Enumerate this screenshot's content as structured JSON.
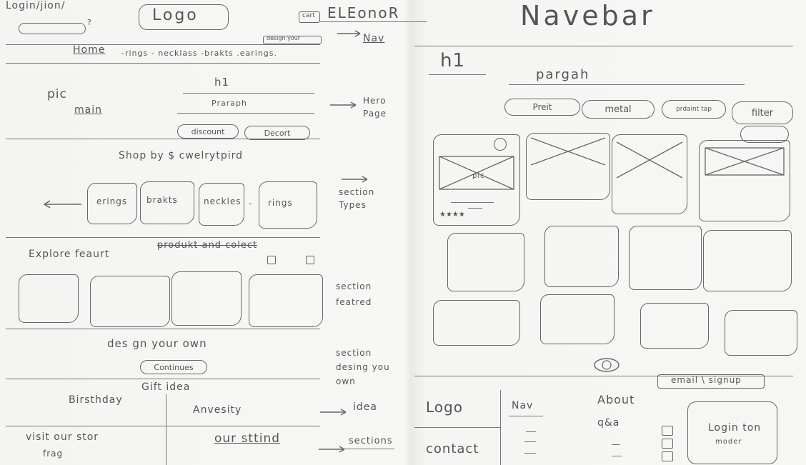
{
  "left_page": {
    "login": "Login/jion/",
    "logo": "Logo",
    "cart": "cart",
    "brand": "ELEonoR",
    "design_your_own": "design your",
    "nav": {
      "home": "Home",
      "items": "-rings - necklass -brakts .earings."
    },
    "hero": {
      "pic": "pic",
      "main": "main",
      "h1": "h1",
      "paragraph": "Praraph",
      "btn1": "discount",
      "btn2": "Decort"
    },
    "shop_by": {
      "title": "Shop by $ cwelrytpird",
      "cats": [
        "erings",
        "brakts",
        "neckles",
        "rings"
      ]
    },
    "featured": {
      "title": "Explore feaurt",
      "strike": "produkt and colect"
    },
    "design": {
      "title": "des gn your own",
      "button": "Continues"
    },
    "gift": {
      "title": "Gift idea",
      "birthday": "Birsthday",
      "anniversary": "Anvesity"
    },
    "visit": {
      "text": "visit our stor",
      "sub": "frag",
      "our_story": "our sttind"
    }
  },
  "annotations": {
    "nav": "Nav",
    "hero": "Hero Page",
    "section_types": "section Types",
    "section_featured": "section featred",
    "section_design": "section desing you own",
    "idea": "idea",
    "sections": "sections"
  },
  "right_page": {
    "navbar": "Navebar",
    "h1": "h1",
    "paragraph": "pargah",
    "filters": [
      "Preit",
      "metal",
      "prdaint tap",
      "filter"
    ],
    "pic": "pic",
    "stars": "★★★★",
    "email": "email \\ signup",
    "footer": {
      "logo": "Logo",
      "nav": "Nav",
      "about": "About",
      "qa": "q&a",
      "contact": "contact",
      "login": "Login ton",
      "modal": "moder"
    }
  }
}
